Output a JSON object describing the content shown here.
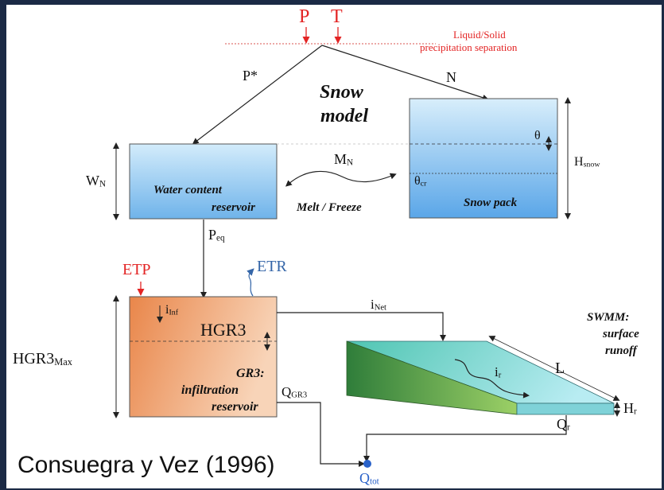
{
  "inputs": {
    "P": "P",
    "T": "T"
  },
  "separation_note": [
    "Liquid/Solid",
    "precipitation separation"
  ],
  "branch_left": "P*",
  "branch_right": "N",
  "snow_model_title": [
    "Snow",
    "model"
  ],
  "water_reservoir": {
    "label_line1": "Water content",
    "label_line2": "reservoir",
    "height_main": "W",
    "height_sub": "N"
  },
  "melt": {
    "flux_main": "M",
    "flux_sub": "N",
    "label": "Melt / Freeze"
  },
  "snow_pack": {
    "label": "Snow pack",
    "theta": "θ",
    "theta_cr_main": "θ",
    "theta_cr_sub": "cr",
    "height_main": "H",
    "height_sub": "snow"
  },
  "peq": {
    "main": "P",
    "sub": "eq"
  },
  "etp": "ETP",
  "etr": "ETR",
  "gr3": {
    "label_line1": "GR3:",
    "label_line2": "infiltration",
    "label_line3": "reservoir",
    "level": "HGR3",
    "max_main": "HGR3",
    "max_sub": "Max",
    "inf_main": "i",
    "inf_sub": "Inf",
    "out_main": "Q",
    "out_sub": "GR3"
  },
  "net": {
    "main": "i",
    "sub": "Net"
  },
  "swmm": {
    "line1": "SWMM:",
    "line2": "surface",
    "line3": "runoff",
    "length": "L",
    "ir_main": "i",
    "ir_sub": "r",
    "hr_main": "H",
    "hr_sub": "r",
    "qr_main": "Q",
    "qr_sub": "r"
  },
  "outlet": {
    "main": "Q",
    "sub": "tot"
  },
  "caption": "Consuegra y Vez (1996)"
}
